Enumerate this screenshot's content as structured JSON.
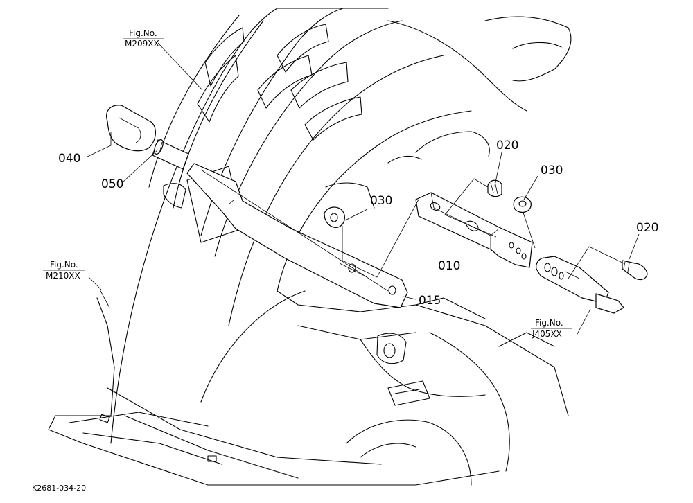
{
  "callouts": {
    "p040": "040",
    "p050": "050",
    "p030a": "030",
    "p015": "015",
    "p020a": "020",
    "p030b": "030",
    "p010": "010",
    "p020b": "020"
  },
  "figure_refs": {
    "m209": {
      "line1": "Fig.No.",
      "line2": "M209XX"
    },
    "m210": {
      "line1": "Fig.No.",
      "line2": "M210XX"
    },
    "j405": {
      "line1": "Fig.No.",
      "line2": "J405XX"
    }
  },
  "drawing_number": "K2681-034-20"
}
